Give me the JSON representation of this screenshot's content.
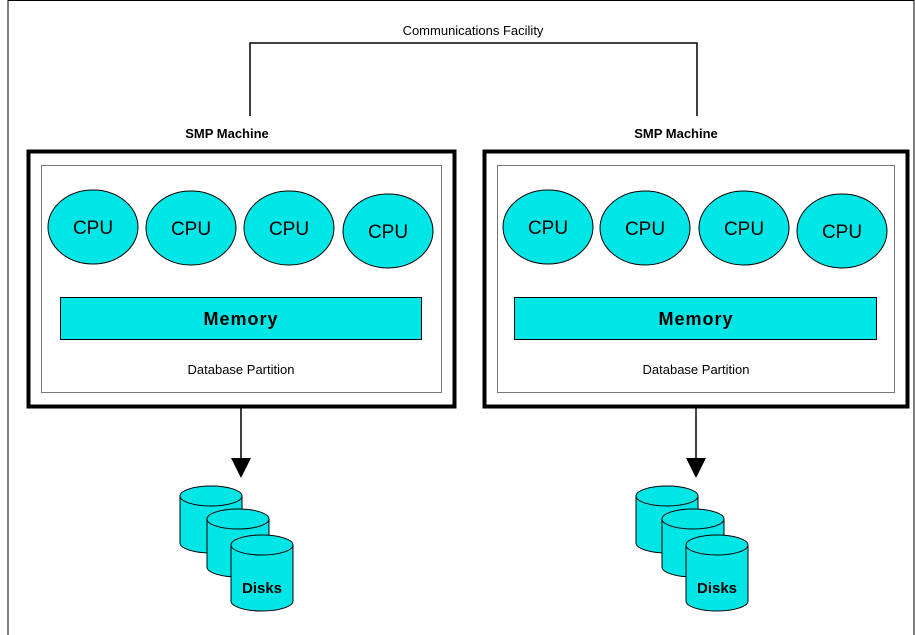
{
  "communications_label": "Communications Facility",
  "machines": [
    {
      "title": "SMP Machine",
      "cpus": [
        "CPU",
        "CPU",
        "CPU",
        "CPU"
      ],
      "memory_label": "Memory",
      "partition_label": "Database Partition",
      "disks_label": "Disks"
    },
    {
      "title": "SMP Machine",
      "cpus": [
        "CPU",
        "CPU",
        "CPU",
        "CPU"
      ],
      "memory_label": "Memory",
      "partition_label": "Database Partition",
      "disks_label": "Disks"
    }
  ],
  "colors": {
    "component_fill": "#00e5e5",
    "outline": "#000000",
    "background": "#ffffff"
  }
}
